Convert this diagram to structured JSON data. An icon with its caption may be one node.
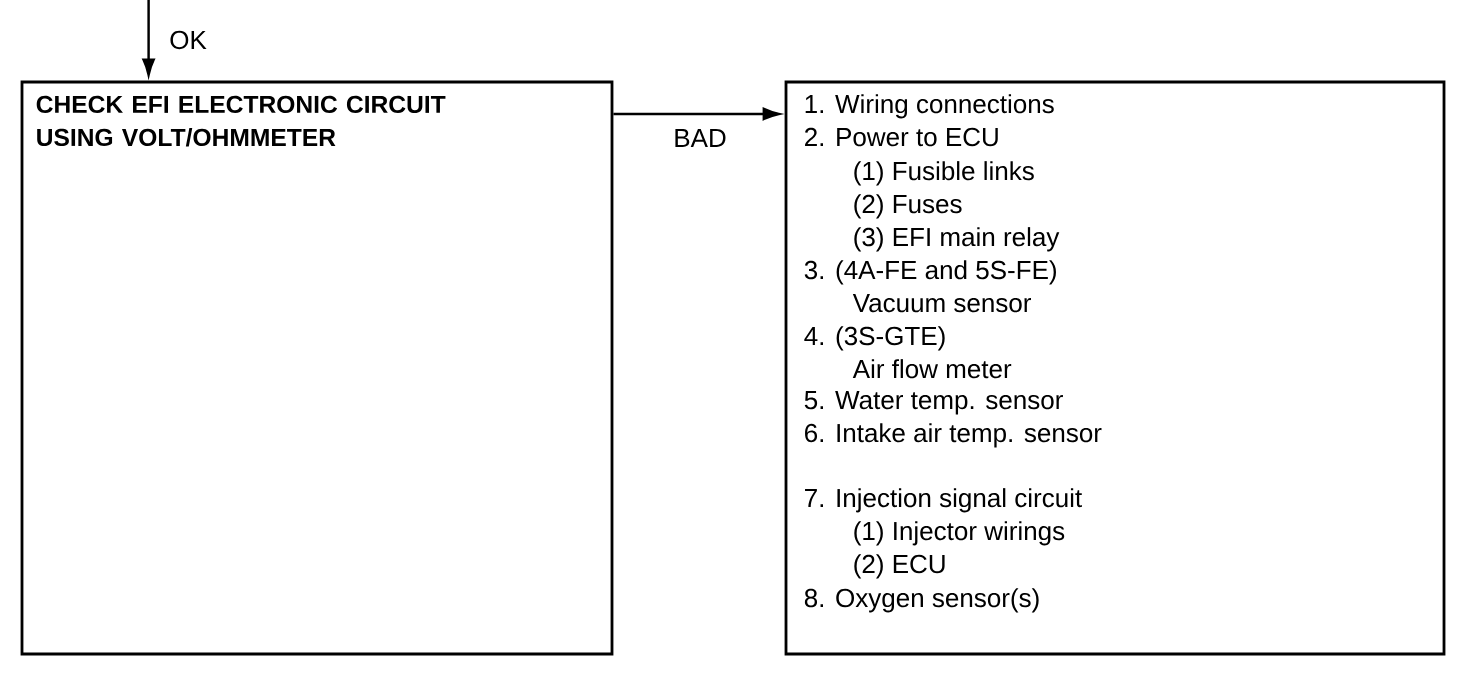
{
  "diagram": {
    "nodes": [
      {
        "text": [
          "CHECK EFI ELECTRONIC CIRCUIT USING VOLT/OHMMETER"
        ]
      },
      {
        "text": [
          "1. Wiring connections",
          "2. Power to ECU",
          "(1) Fusible links",
          "(2) Fuses",
          "(3) EFI main relay",
          "3. (4A-FE and 5S-FE)",
          "Vacuum sensor",
          "4. (3S-GTE)",
          "Air flow meter",
          "5. Water temp. sensor",
          "6. Intake air temp. sensor",
          "7. Injection signal circuit",
          "(1) Injector wirings",
          "(2) ECU",
          "8. Oxygen sensor(s)"
        ]
      }
    ],
    "edges": [
      {
        "from": null,
        "to": 0,
        "arrow": "to",
        "label": "OK"
      },
      {
        "from": 0,
        "to": 1,
        "arrow": "to",
        "label": "BAD"
      }
    ]
  }
}
